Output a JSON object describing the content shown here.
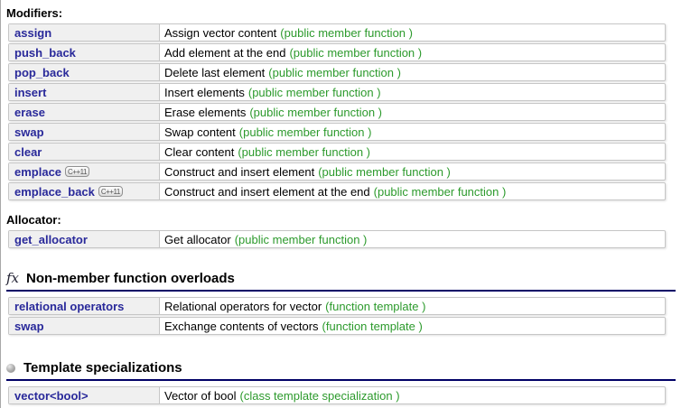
{
  "colors": {
    "link": "#29299a",
    "type_label": "#2c9a2c",
    "heading_rule": "#000066",
    "row_border": "#c6c6c6",
    "name_cell_bg": "#f0f0f0"
  },
  "badge_label": "C++11",
  "modifiers": {
    "label": "Modifiers:",
    "rows": [
      {
        "name": "assign",
        "desc": "Assign vector content",
        "kind": "(public member function )"
      },
      {
        "name": "push_back",
        "desc": "Add element at the end",
        "kind": "(public member function )"
      },
      {
        "name": "pop_back",
        "desc": "Delete last element",
        "kind": "(public member function )"
      },
      {
        "name": "insert",
        "desc": "Insert elements",
        "kind": "(public member function )"
      },
      {
        "name": "erase",
        "desc": "Erase elements",
        "kind": "(public member function )"
      },
      {
        "name": "swap",
        "desc": "Swap content",
        "kind": "(public member function )"
      },
      {
        "name": "clear",
        "desc": "Clear content",
        "kind": "(public member function )"
      },
      {
        "name": "emplace",
        "badge": "C++11",
        "desc": "Construct and insert element",
        "kind": "(public member function )"
      },
      {
        "name": "emplace_back",
        "badge": "C++11",
        "desc": "Construct and insert element at the end",
        "kind": "(public member function )"
      }
    ]
  },
  "allocator": {
    "label": "Allocator:",
    "rows": [
      {
        "name": "get_allocator",
        "desc": "Get allocator",
        "kind": "(public member function )"
      }
    ]
  },
  "nonmember": {
    "title": "Non-member function overloads",
    "icon": "fx",
    "rows": [
      {
        "name": "relational operators",
        "desc": "Relational operators for vector",
        "kind": "(function template )"
      },
      {
        "name": "swap",
        "desc": "Exchange contents of vectors",
        "kind": "(function template )"
      }
    ]
  },
  "specializations": {
    "title": "Template specializations",
    "rows": [
      {
        "name": "vector<bool>",
        "desc": "Vector of bool",
        "kind": "(class template specialization )"
      }
    ]
  }
}
